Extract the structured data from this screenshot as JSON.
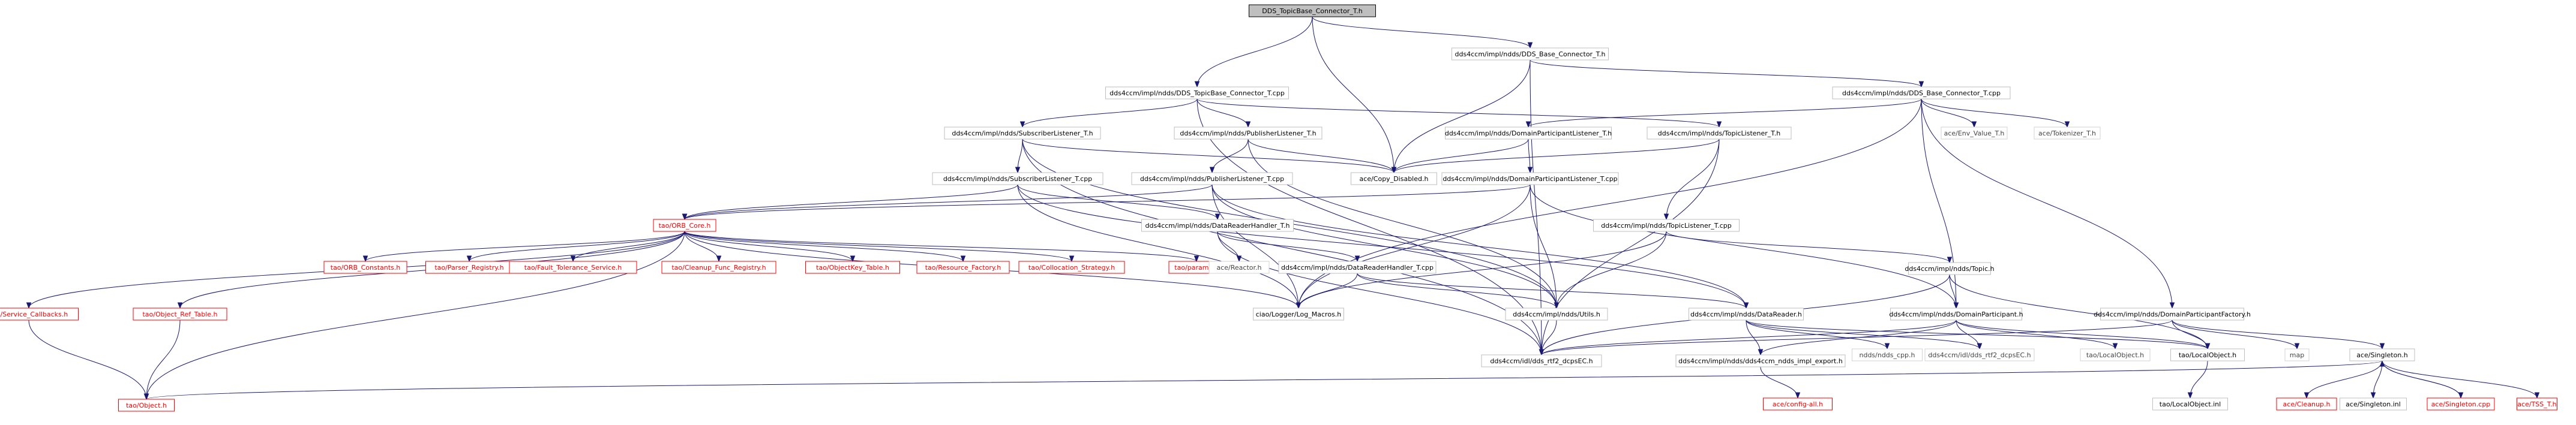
{
  "diagram": {
    "title": "DDS_TopicBase_Connector_T.h",
    "colors": {
      "edge": "#191970",
      "missing": "#ff0000",
      "root_fill": "#bfbfbf",
      "border": "#bfbfbf"
    },
    "nodes": [
      {
        "id": "root",
        "label": "DDS_TopicBase_Connector_T.h",
        "kind": "root"
      },
      {
        "id": "base_h",
        "label": "dds4ccm/impl/ndds/DDS_Base_Connector_T.h"
      },
      {
        "id": "tbc_cpp",
        "label": "dds4ccm/impl/ndds/DDS_TopicBase_Connector_T.cpp"
      },
      {
        "id": "base_cpp",
        "label": "dds4ccm/impl/ndds/DDS_Base_Connector_T.cpp"
      },
      {
        "id": "sub_h",
        "label": "dds4ccm/impl/ndds/SubscriberListener_T.h"
      },
      {
        "id": "pub_h",
        "label": "dds4ccm/impl/ndds/PublisherListener_T.h"
      },
      {
        "id": "dpl_h",
        "label": "dds4ccm/impl/ndds/DomainParticipantListener_T.h"
      },
      {
        "id": "topicl_h",
        "label": "dds4ccm/impl/ndds/TopicListener_T.h"
      },
      {
        "id": "env_value",
        "label": "ace/Env_Value_T.h",
        "kind": "plain"
      },
      {
        "id": "tokenizer",
        "label": "ace/Tokenizer_T.h",
        "kind": "plain"
      },
      {
        "id": "copy_disabled",
        "label": "ace/Copy_Disabled.h"
      },
      {
        "id": "sub_cpp",
        "label": "dds4ccm/impl/ndds/SubscriberListener_T.cpp"
      },
      {
        "id": "pub_cpp",
        "label": "dds4ccm/impl/ndds/PublisherListener_T.cpp"
      },
      {
        "id": "dpl_cpp",
        "label": "dds4ccm/impl/ndds/DomainParticipantListener_T.cpp"
      },
      {
        "id": "orb_core",
        "label": "tao/ORB_Core.h",
        "kind": "missing"
      },
      {
        "id": "drh_h",
        "label": "dds4ccm/impl/ndds/DataReaderHandler_T.h"
      },
      {
        "id": "topicl_cpp",
        "label": "dds4ccm/impl/ndds/TopicListener_T.cpp"
      },
      {
        "id": "topic_h",
        "label": "dds4ccm/impl/ndds/Topic.h"
      },
      {
        "id": "orb_constants",
        "label": "tao/ORB_Constants.h",
        "kind": "missing"
      },
      {
        "id": "parser_registry",
        "label": "tao/Parser_Registry.h",
        "kind": "missing"
      },
      {
        "id": "fault_tol",
        "label": "tao/Fault_Tolerance_Service.h",
        "kind": "missing"
      },
      {
        "id": "cleanup_func",
        "label": "tao/Cleanup_Func_Registry.h",
        "kind": "missing"
      },
      {
        "id": "objkey_table",
        "label": "tao/ObjectKey_Table.h",
        "kind": "missing"
      },
      {
        "id": "resource_factory",
        "label": "tao/Resource_Factory.h",
        "kind": "missing"
      },
      {
        "id": "collocation",
        "label": "tao/Collocation_Strategy.h",
        "kind": "missing"
      },
      {
        "id": "params",
        "label": "tao/params.h",
        "kind": "missing"
      },
      {
        "id": "reactor",
        "label": "ace/Reactor.h",
        "kind": "plain"
      },
      {
        "id": "drh_cpp",
        "label": "dds4ccm/impl/ndds/DataReaderHandler_T.cpp"
      },
      {
        "id": "service_cb",
        "label": "tao/Service_Callbacks.h",
        "kind": "missing"
      },
      {
        "id": "objref_table",
        "label": "tao/Object_Ref_Table.h",
        "kind": "missing"
      },
      {
        "id": "log_macros",
        "label": "ciao/Logger/Log_Macros.h"
      },
      {
        "id": "utils_h",
        "label": "dds4ccm/impl/ndds/Utils.h"
      },
      {
        "id": "datareader_h",
        "label": "dds4ccm/impl/ndds/DataReader.h"
      },
      {
        "id": "dp_h",
        "label": "dds4ccm/impl/ndds/DomainParticipant.h"
      },
      {
        "id": "dpf_h",
        "label": "dds4ccm/impl/ndds/DomainParticipantFactory.h"
      },
      {
        "id": "ndds_cpp",
        "label": "ndds/ndds_cpp.h",
        "kind": "plain"
      },
      {
        "id": "dds_rtf2_b",
        "label": "dds4ccm/idl/dds_rtf2_dcpsEC.h",
        "kind": "plain"
      },
      {
        "id": "localobj_b",
        "label": "tao/LocalObject.h",
        "kind": "plain"
      },
      {
        "id": "localobj",
        "label": "tao/LocalObject.h"
      },
      {
        "id": "map",
        "label": "map",
        "kind": "plain"
      },
      {
        "id": "singleton_h",
        "label": "ace/Singleton.h"
      },
      {
        "id": "dds_rtf2",
        "label": "dds4ccm/idl/dds_rtf2_dcpsEC.h"
      },
      {
        "id": "impl_export",
        "label": "dds4ccm/impl/ndds/dds4ccm_ndds_impl_export.h"
      },
      {
        "id": "tao_object",
        "label": "tao/Object.h",
        "kind": "missing"
      },
      {
        "id": "config_all",
        "label": "ace/config-all.h",
        "kind": "missing"
      },
      {
        "id": "localobj_inl",
        "label": "tao/LocalObject.inl"
      },
      {
        "id": "cleanup_h",
        "label": "ace/Cleanup.h",
        "kind": "missing"
      },
      {
        "id": "singleton_inl",
        "label": "ace/Singleton.inl"
      },
      {
        "id": "singleton_cpp",
        "label": "ace/Singleton.cpp",
        "kind": "missing"
      },
      {
        "id": "tss_t",
        "label": "ace/TSS_T.h",
        "kind": "missing"
      }
    ],
    "edges": [
      [
        "root",
        "base_h"
      ],
      [
        "root",
        "tbc_cpp"
      ],
      [
        "root",
        "copy_disabled"
      ],
      [
        "base_h",
        "base_cpp"
      ],
      [
        "base_h",
        "copy_disabled"
      ],
      [
        "base_h",
        "dds_rtf2"
      ],
      [
        "tbc_cpp",
        "sub_h"
      ],
      [
        "tbc_cpp",
        "pub_h"
      ],
      [
        "tbc_cpp",
        "topicl_h"
      ],
      [
        "tbc_cpp",
        "dds_rtf2"
      ],
      [
        "base_cpp",
        "dpl_h"
      ],
      [
        "base_cpp",
        "env_value"
      ],
      [
        "base_cpp",
        "tokenizer"
      ],
      [
        "base_cpp",
        "dpf_h"
      ],
      [
        "base_cpp",
        "dp_h"
      ],
      [
        "base_cpp",
        "log_macros"
      ],
      [
        "sub_h",
        "sub_cpp"
      ],
      [
        "sub_h",
        "copy_disabled"
      ],
      [
        "sub_h",
        "utils_h"
      ],
      [
        "sub_h",
        "dds_rtf2"
      ],
      [
        "pub_h",
        "pub_cpp"
      ],
      [
        "pub_h",
        "copy_disabled"
      ],
      [
        "pub_h",
        "utils_h"
      ],
      [
        "dpl_h",
        "dpl_cpp"
      ],
      [
        "dpl_h",
        "copy_disabled"
      ],
      [
        "topicl_h",
        "topicl_cpp"
      ],
      [
        "topicl_h",
        "copy_disabled"
      ],
      [
        "topicl_h",
        "dds_rtf2"
      ],
      [
        "sub_cpp",
        "orb_core"
      ],
      [
        "sub_cpp",
        "drh_h"
      ],
      [
        "sub_cpp",
        "datareader_h"
      ],
      [
        "sub_cpp",
        "log_macros"
      ],
      [
        "pub_cpp",
        "orb_core"
      ],
      [
        "pub_cpp",
        "log_macros"
      ],
      [
        "pub_cpp",
        "utils_h"
      ],
      [
        "pub_cpp",
        "datareader_h"
      ],
      [
        "dpl_cpp",
        "orb_core"
      ],
      [
        "dpl_cpp",
        "utils_h"
      ],
      [
        "dpl_cpp",
        "log_macros"
      ],
      [
        "dpl_cpp",
        "dp_h"
      ],
      [
        "orb_core",
        "orb_constants"
      ],
      [
        "orb_core",
        "parser_registry"
      ],
      [
        "orb_core",
        "fault_tol"
      ],
      [
        "orb_core",
        "cleanup_func"
      ],
      [
        "orb_core",
        "objkey_table"
      ],
      [
        "orb_core",
        "resource_factory"
      ],
      [
        "orb_core",
        "collocation"
      ],
      [
        "orb_core",
        "params"
      ],
      [
        "orb_core",
        "service_cb"
      ],
      [
        "orb_core",
        "objref_table"
      ],
      [
        "orb_core",
        "tao_object"
      ],
      [
        "orb_core",
        "log_macros"
      ],
      [
        "drh_h",
        "reactor"
      ],
      [
        "drh_h",
        "drh_cpp"
      ],
      [
        "drh_h",
        "dds_rtf2"
      ],
      [
        "topicl_cpp",
        "topic_h"
      ],
      [
        "topicl_cpp",
        "utils_h"
      ],
      [
        "topicl_cpp",
        "log_macros"
      ],
      [
        "topic_h",
        "dp_h"
      ],
      [
        "topic_h",
        "localobj"
      ],
      [
        "topic_h",
        "dds_rtf2"
      ],
      [
        "drh_cpp",
        "log_macros"
      ],
      [
        "drh_cpp",
        "utils_h"
      ],
      [
        "drh_cpp",
        "datareader_h"
      ],
      [
        "service_cb",
        "tao_object"
      ],
      [
        "objref_table",
        "tao_object"
      ],
      [
        "utils_h",
        "dds_rtf2"
      ],
      [
        "datareader_h",
        "impl_export"
      ],
      [
        "datareader_h",
        "ndds_cpp"
      ],
      [
        "datareader_h",
        "dds_rtf2_b"
      ],
      [
        "datareader_h",
        "localobj"
      ],
      [
        "dp_h",
        "impl_export"
      ],
      [
        "dp_h",
        "dds_rtf2_b"
      ],
      [
        "dp_h",
        "localobj_b"
      ],
      [
        "dp_h",
        "localobj"
      ],
      [
        "dp_h",
        "dds_rtf2"
      ],
      [
        "dpf_h",
        "singleton_h"
      ],
      [
        "dpf_h",
        "map"
      ],
      [
        "dpf_h",
        "localobj"
      ],
      [
        "dpf_h",
        "dds_rtf2"
      ],
      [
        "singleton_h",
        "cleanup_h"
      ],
      [
        "singleton_h",
        "singleton_inl"
      ],
      [
        "singleton_h",
        "singleton_cpp"
      ],
      [
        "singleton_h",
        "tss_t"
      ],
      [
        "singleton_h",
        "tao_object"
      ],
      [
        "singleton_cpp",
        "singleton_h"
      ],
      [
        "localobj",
        "localobj_inl"
      ],
      [
        "impl_export",
        "config_all"
      ]
    ]
  }
}
